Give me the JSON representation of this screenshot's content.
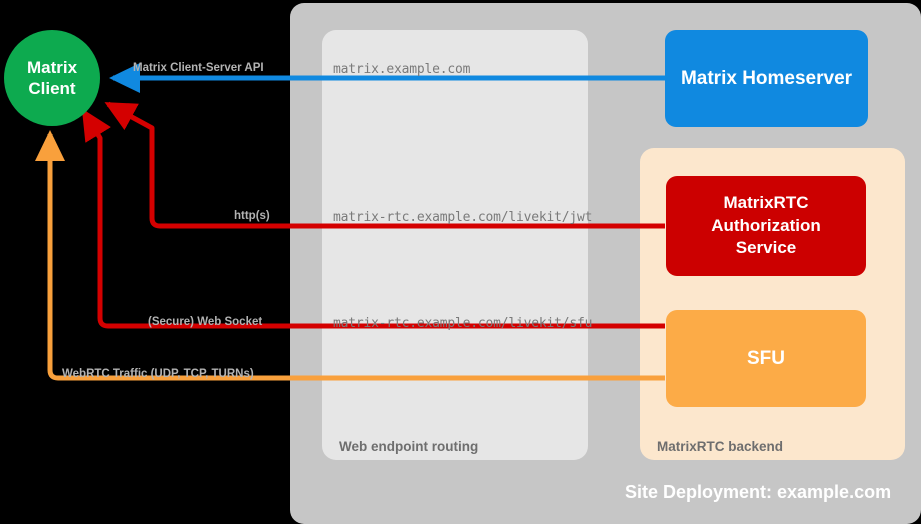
{
  "diagram": {
    "title": "Site Deployment: example.com",
    "background": "#000000",
    "site_container": {
      "label": "Site Deployment: example.com",
      "color": "#c6c6c6"
    },
    "groups": [
      {
        "id": "web-endpoint-routing",
        "label": "Web endpoint routing",
        "color": "#e6e6e6",
        "label_color": "#6e6e6e"
      },
      {
        "id": "matrixrtc-backend",
        "label": "MatrixRTC backend",
        "color": "#fce7cd",
        "label_color": "#6e6e6e"
      }
    ],
    "nodes": [
      {
        "id": "matrix-client",
        "label": "Matrix Client",
        "line1": "Matrix",
        "line2": "Client",
        "shape": "circle",
        "color": "#0daa4f",
        "text_color": "#ffffff"
      },
      {
        "id": "matrix-homeserver",
        "label": "Matrix Homeserver",
        "shape": "rounded-rect",
        "color": "#1089e0",
        "text_color": "#ffffff"
      },
      {
        "id": "matrixrtc-authorization-service",
        "label": "MatrixRTC Authorization Service",
        "line1": "MatrixRTC",
        "line2": "Authorization",
        "line3": "Service",
        "shape": "rounded-rect",
        "color": "#cc0000",
        "text_color": "#ffffff"
      },
      {
        "id": "sfu",
        "label": "SFU",
        "shape": "rounded-rect",
        "color": "#fcab47",
        "text_color": "#ffffff"
      }
    ],
    "edges": [
      {
        "id": "matrix-client-server-api",
        "label": "Matrix Client-Server API",
        "url": "matrix.example.com",
        "color": "#1089e0",
        "from": "matrix-homeserver",
        "to": "matrix-client"
      },
      {
        "id": "livekit-jwt",
        "label": "http(s)",
        "url": "matrix-rtc.example.com/livekit/jwt",
        "color": "#d40000",
        "from": "matrix-client",
        "to": "matrixrtc-authorization-service"
      },
      {
        "id": "livekit-sfu",
        "label": "(Secure) Web Socket",
        "url": "matrix-rtc.example.com/livekit/sfu",
        "color": "#d40000",
        "from": "matrix-client",
        "to": "sfu"
      },
      {
        "id": "webrtc-traffic",
        "label": "WebRTC Traffic (UDP, TCP, TURNs)",
        "url": "",
        "color": "#f9a03c",
        "from": "matrix-client",
        "to": "sfu"
      }
    ]
  }
}
